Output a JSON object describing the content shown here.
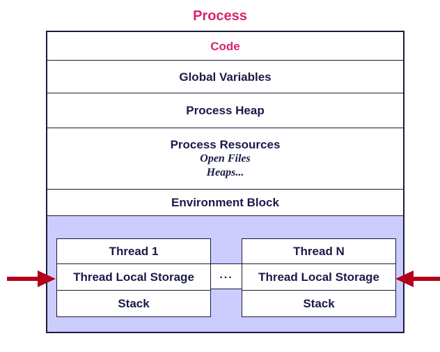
{
  "title": "Process",
  "rows": {
    "code": "Code",
    "global_variables": "Global Variables",
    "process_heap": "Process Heap",
    "process_resources": "Process Resources",
    "resource_items": [
      "Open Files",
      "Heaps..."
    ],
    "environment_block": "Environment Block"
  },
  "threads": [
    {
      "name": "Thread 1",
      "tls": "Thread Local Storage",
      "stack": "Stack"
    },
    {
      "name": "Thread N",
      "tls": "Thread Local Storage",
      "stack": "Stack"
    }
  ],
  "ellipsis": "...",
  "colors": {
    "title": "#d6246e",
    "code_label": "#d6246e",
    "text": "#1a1a4a",
    "border": "#1a1a3a",
    "threads_background": "#ccccff",
    "arrow": "#b3001b"
  },
  "icons": [
    "arrow-right-icon",
    "arrow-left-icon"
  ]
}
